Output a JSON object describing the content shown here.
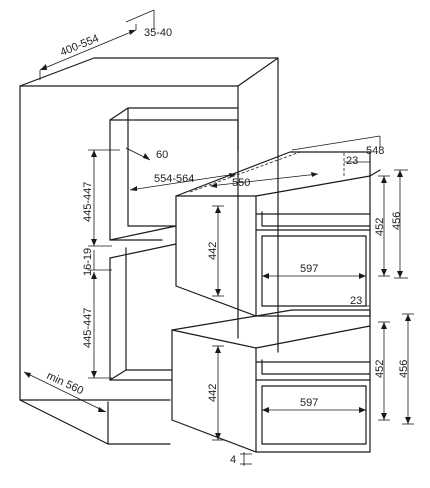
{
  "labels": {
    "niche_width": "400-554",
    "top_gap": "35-40",
    "upper_opening_height": "445-447",
    "separator": "16-19",
    "lower_opening_height": "445-447",
    "base_width": "min 560",
    "niche_depth": "554-564",
    "inset_60": "60",
    "oven_depth_top": "548",
    "oven_inner_depth": "550",
    "upper_front_overhang": "23",
    "lower_front_overhang": "23",
    "upper_body_height": "442",
    "upper_front_height": "452",
    "upper_total_height": "456",
    "upper_width": "597",
    "lower_body_height": "442",
    "lower_front_height": "452",
    "lower_total_height": "456",
    "lower_width": "597",
    "bottom_gap": "4"
  }
}
